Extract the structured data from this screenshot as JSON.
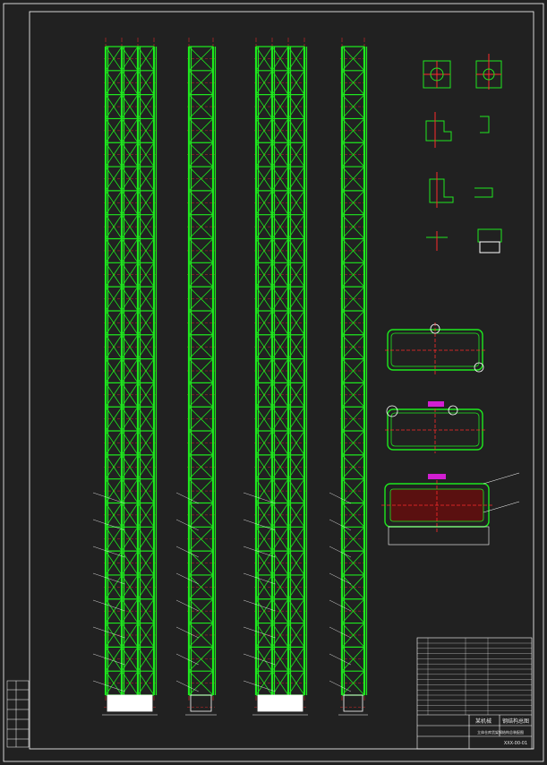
{
  "title_block": {
    "company": "某机械",
    "drawing_no": "钢结构总图",
    "drawing_title": "立体仓库货架钢结构总装配图",
    "drawing_code": "XXX-00-01"
  },
  "colors": {
    "background": "#212121",
    "frame": "#ffffff",
    "steel": "#1ee81e",
    "centerline": "#ff2a2a",
    "accent": "#d21ed2",
    "leader": "#ffffff"
  }
}
